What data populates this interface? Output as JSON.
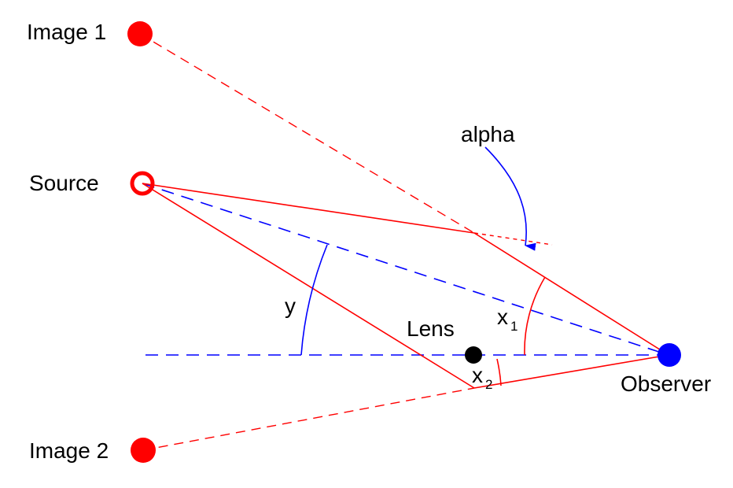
{
  "labels": {
    "image1": "Image 1",
    "source": "Source",
    "image2": "Image 2",
    "alpha": "alpha",
    "y": "y",
    "lens": "Lens",
    "x1": "x",
    "x1_sub": "1",
    "x2": "x",
    "x2_sub": "2",
    "observer": "Observer"
  },
  "colors": {
    "ray": "#ff0000",
    "reference": "#0000ff",
    "lens": "#000000",
    "observer": "#0000ff",
    "image": "#ff0000"
  }
}
